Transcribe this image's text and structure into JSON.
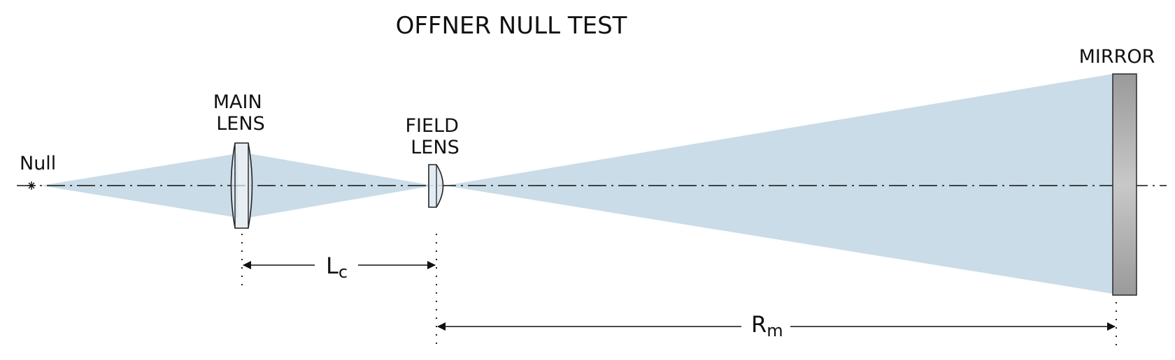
{
  "title": "OFFNER NULL TEST",
  "labels": {
    "null_point": "Null",
    "main_lens": [
      "MAIN",
      "LENS"
    ],
    "field_lens": [
      "FIELD",
      "LENS"
    ],
    "mirror": "MIRROR"
  },
  "dimensions": {
    "lc": {
      "symbol": "L",
      "subscript": "c"
    },
    "rm": {
      "symbol": "R",
      "subscript": "m"
    }
  },
  "colors": {
    "beam": "#c9dce8",
    "lens_fill": "#dde8f0",
    "mirror_edge": "#9a9a9a",
    "mirror_center": "#c4c4c4",
    "ink": "#111111"
  }
}
